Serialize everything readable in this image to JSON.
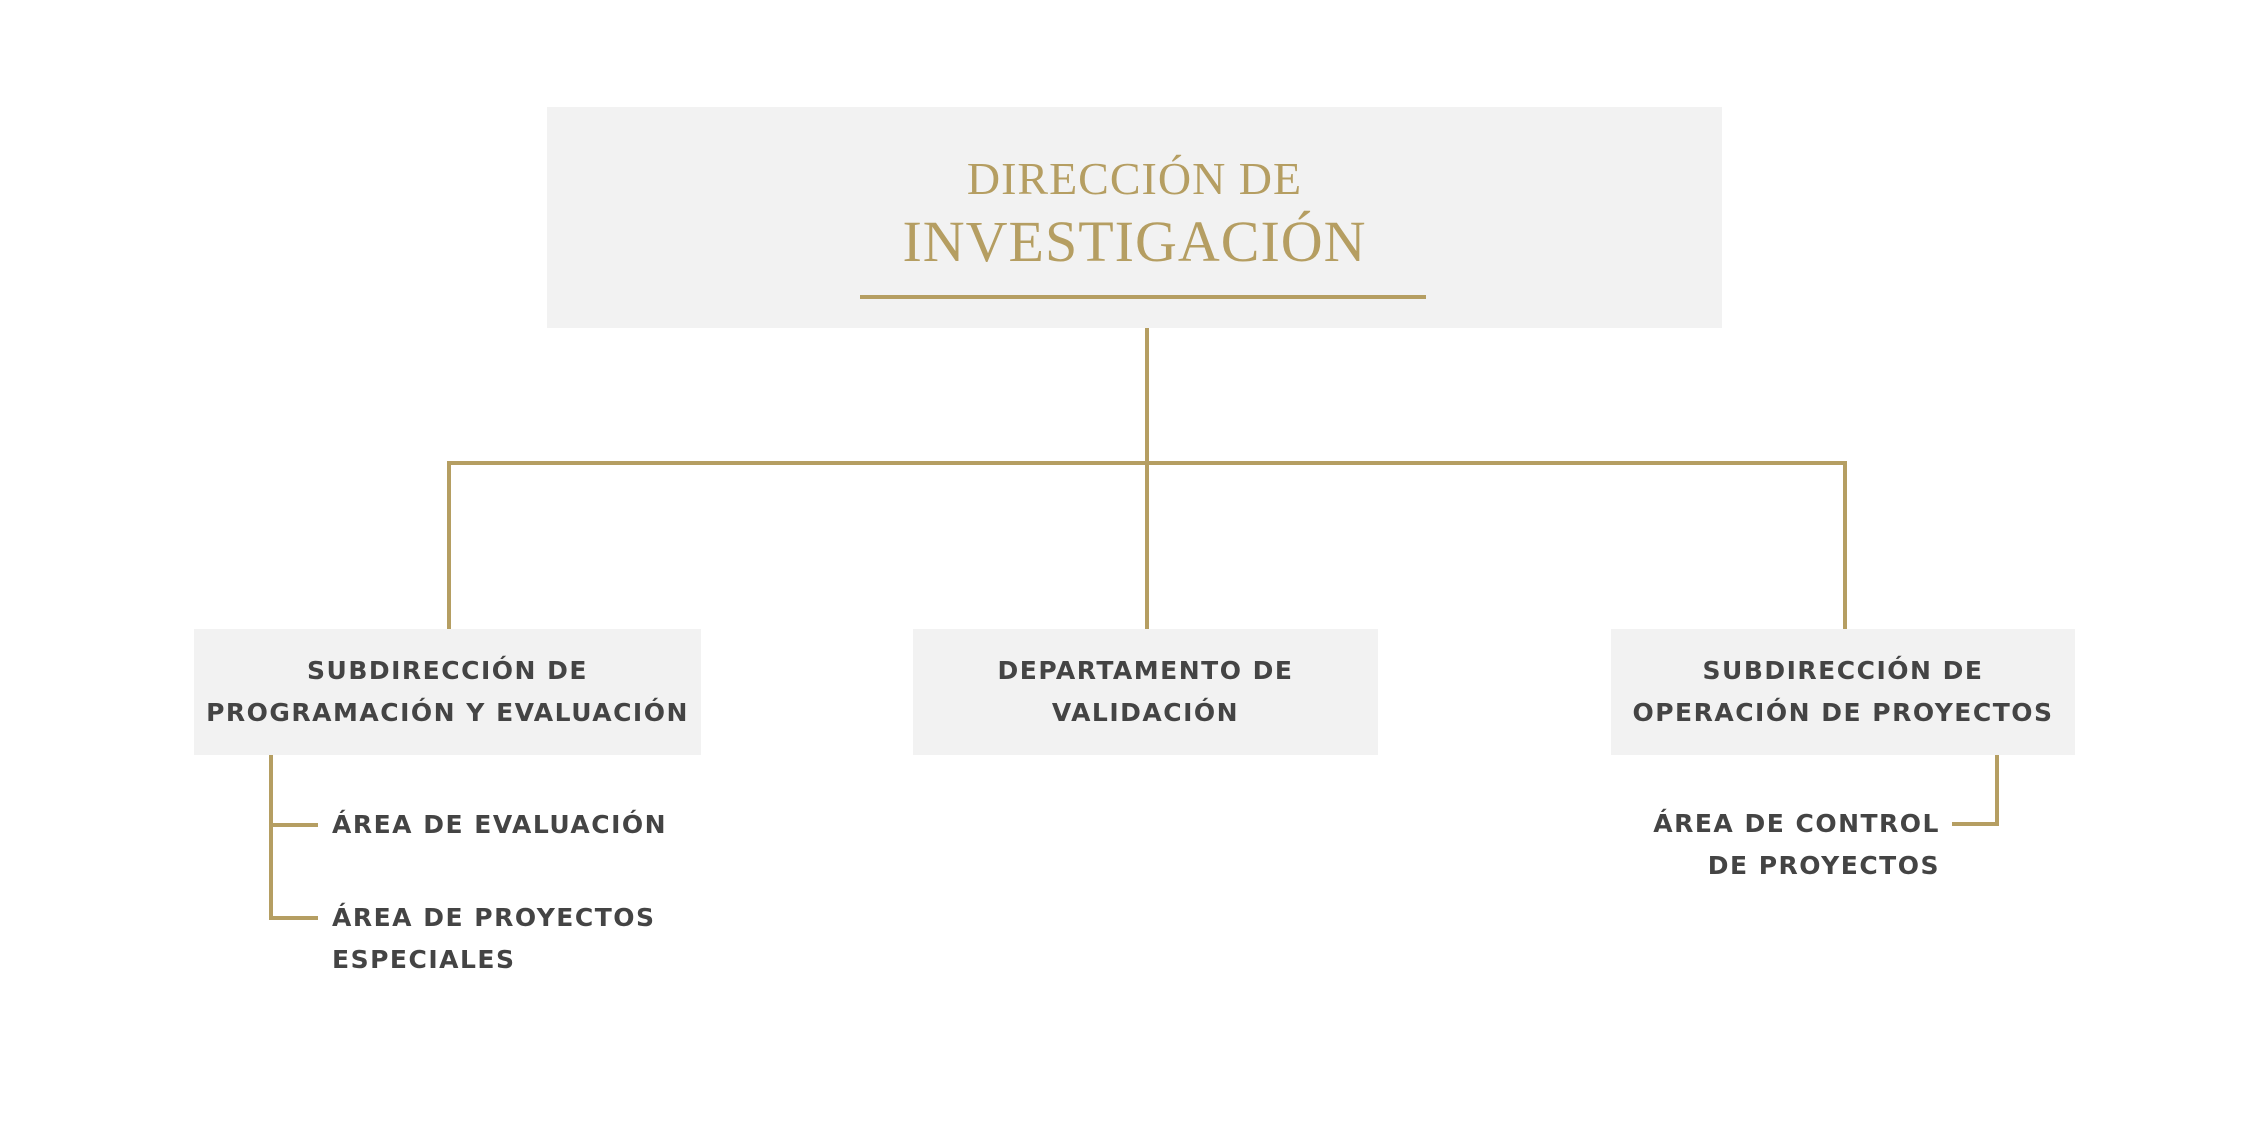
{
  "colors": {
    "accent": "#b59e62",
    "box_fill": "#f2f2f2",
    "text": "#444444"
  },
  "top": {
    "line1": "DIRECCIÓN DE",
    "line2": "INVESTIGACIÓN"
  },
  "subunits": [
    {
      "line1": "SUBDIRECCIÓN DE",
      "line2": "PROGRAMACIÓN Y EVALUACIÓN"
    },
    {
      "line1": "DEPARTAMENTO DE",
      "line2": "VALIDACIÓN"
    },
    {
      "line1": "SUBDIRECCIÓN DE",
      "line2": "OPERACIÓN DE PROYECTOS"
    }
  ],
  "areas": {
    "evaluacion": {
      "line1": "ÁREA DE EVALUACIÓN"
    },
    "proyectos_especiales": {
      "line1": "ÁREA DE PROYECTOS",
      "line2": "ESPECIALES"
    },
    "control_proyectos": {
      "line1": "ÁREA DE CONTROL",
      "line2": "DE PROYECTOS"
    }
  }
}
